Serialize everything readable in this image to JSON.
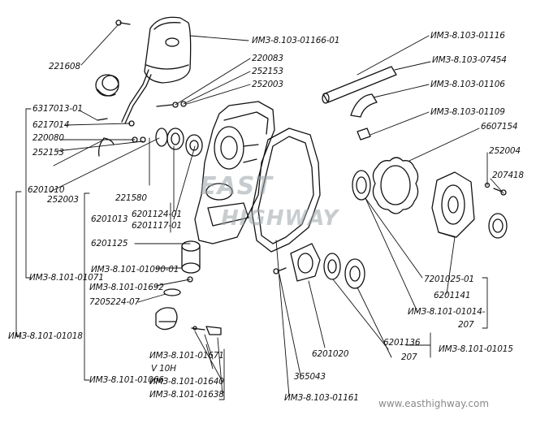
{
  "labels": {
    "l_221608": "221608",
    "l_01166": "ИМЗ-8.103-01166-01",
    "l_220083": "220083",
    "l_252153a": "252153",
    "l_252003a": "252003",
    "l_01116": "ИМЗ-8.103-01116",
    "l_07454": "ИМЗ-8.103-07454",
    "l_01106": "ИМЗ-8.103-01106",
    "l_01109": "ИМЗ-8.103-01109",
    "l_6607154": "6607154",
    "l_252004": "252004",
    "l_207418": "207418",
    "l_6317013": "6317013-01",
    "l_6217014": "6217014",
    "l_220080": "220080",
    "l_252153b": "252153",
    "l_6201010": "6201010",
    "l_252003b": "252003",
    "l_221580": "221580",
    "l_6201124": "6201124-01",
    "l_6201117": "6201117-01",
    "l_6201013": "6201013",
    "l_6201125": "6201125",
    "l_01090": "ИМЗ-8.101-01090-01",
    "l_01692": "ИМЗ-8.101-01692",
    "l_7205224": "7205224-07",
    "l_01071": "ИМЗ-8.101-01071",
    "l_01018": "ИМЗ-8.101-01018",
    "l_01066": "ИМЗ-8.101-01066",
    "l_01671": "ИМЗ-8.101-01671",
    "l_v10h": "V  10H",
    "l_01640": "ИМЗ-8.101-01640",
    "l_01638": "ИМЗ-8.101-01638",
    "l_7201025": "7201025-01",
    "l_6201141": "6201141",
    "l_01014": "ИМЗ-8.101-01014-",
    "l_207a": "207",
    "l_6201136": "6201136",
    "l_207b": "207",
    "l_01015": "ИМЗ-8.101-01015",
    "l_6201020": "6201020",
    "l_365043": "365043",
    "l_01161": "ИМЗ-8.103-01161"
  },
  "watermark": {
    "line1": "EAST",
    "line2": "HIGHWAY",
    "url": "www.easthighway.com"
  },
  "colors": {
    "ink": "#111111",
    "watermark": "#9aa3a8"
  }
}
